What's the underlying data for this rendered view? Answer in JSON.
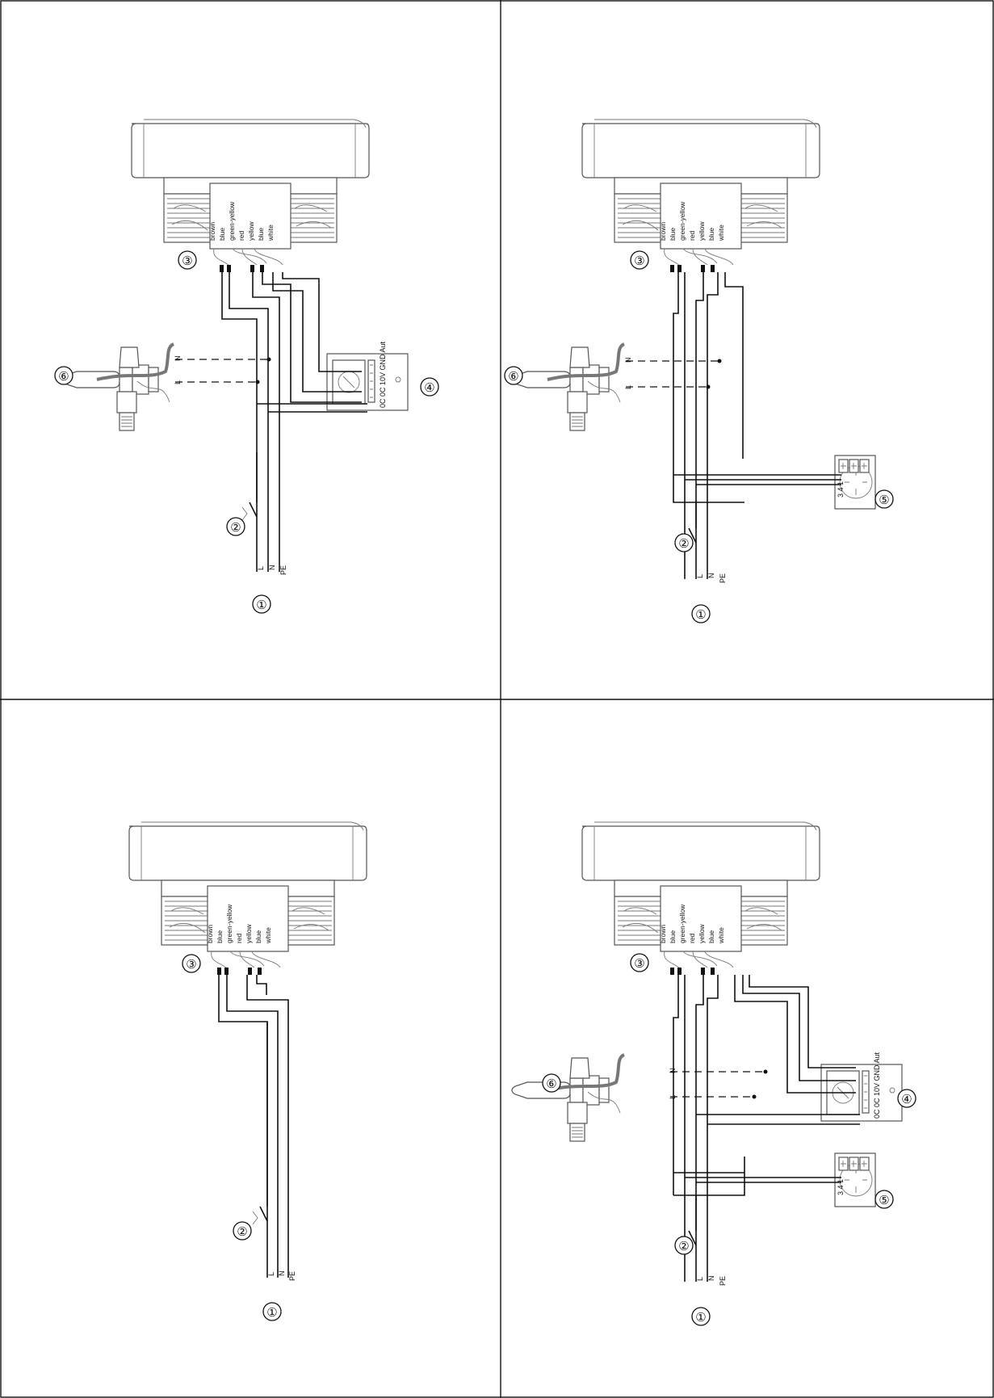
{
  "wire_labels": [
    "brown",
    "blue",
    "green-yellow",
    "red",
    "yellow",
    "blue",
    "white"
  ],
  "supply": {
    "L": "L",
    "N": "N",
    "PE": "PE"
  },
  "valve_labels": {
    "N": "N",
    "L": "L"
  },
  "controller_terminals": "0C 0C 10V GND Aut",
  "thermostat_terminals": "3 4 1",
  "markers": {
    "m1": "①",
    "m2": "②",
    "m3": "③",
    "m4": "④",
    "m5": "⑤",
    "m6": "⑥"
  },
  "panels": [
    {
      "id": "top-left",
      "has_thermostat": false,
      "has_controller": true,
      "has_valve": true
    },
    {
      "id": "top-right",
      "has_thermostat": true,
      "has_controller": false,
      "has_valve": true
    },
    {
      "id": "bottom-left",
      "has_thermostat": false,
      "has_controller": false,
      "has_valve": false
    },
    {
      "id": "bottom-right",
      "has_thermostat": true,
      "has_controller": true,
      "has_valve": true
    }
  ]
}
